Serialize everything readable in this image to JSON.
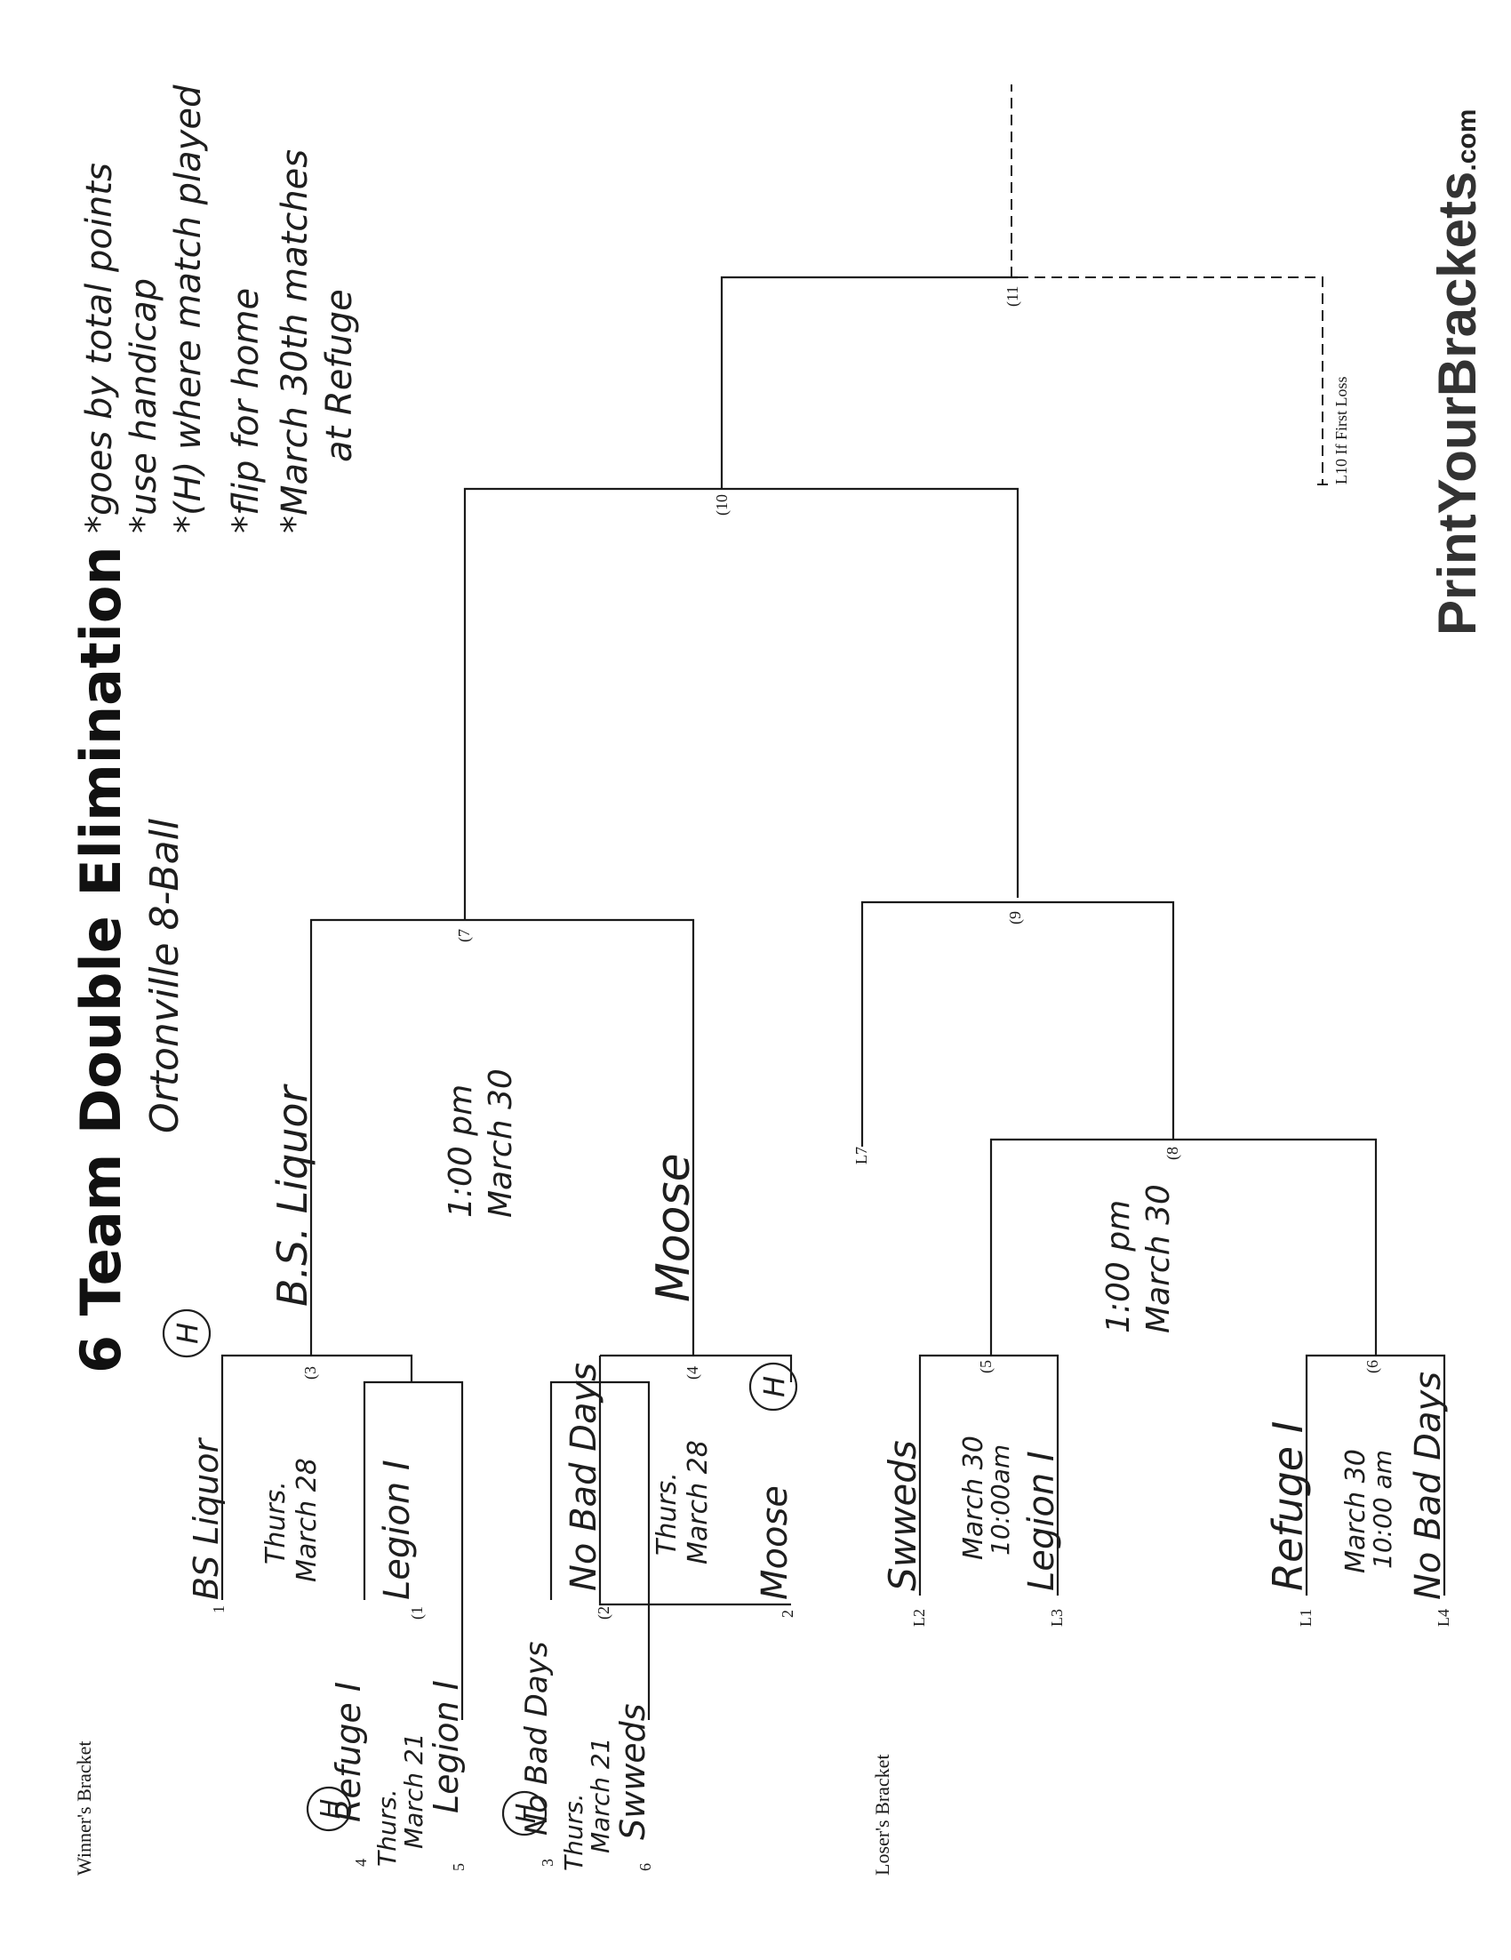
{
  "header": {
    "title": "6 Team Double Elimination",
    "subtitle": "Ortonville 8-Ball",
    "brand_main": "PrintYourBrackets",
    "brand_suffix": ".com"
  },
  "notes": [
    "*goes by total points",
    "*use handicap",
    "*(H) where match played",
    "*flip for home",
    "*March 30th matches",
    "at Refuge"
  ],
  "winners_bracket": {
    "label": "Winner's Bracket",
    "seeds": {
      "s1": "1",
      "s2": "2",
      "s3": "3",
      "s4": "4",
      "s5": "5",
      "s6": "6"
    },
    "game_numbers": {
      "g1": "(1",
      "g2": "(2",
      "g3": "(3",
      "g4": "(4",
      "g7": "(7"
    },
    "teams": {
      "refuge": "Refuge I",
      "legion_g1": "Legion I",
      "no_bad_days_g2": "No Bad Days",
      "swweds_g2": "Swweds",
      "bs_liquor_g3": "BS Liquor",
      "legion_g3": "Legion I",
      "no_bad_days_g4": "No Bad Days",
      "moose_g4": "Moose",
      "bs_liquor_g7": "B.S. Liquor",
      "moose_g7": "Moose"
    },
    "dates": {
      "g1": [
        "Thurs.",
        "March 21"
      ],
      "g2": [
        "Thurs.",
        "March 21"
      ],
      "g3": [
        "Thurs.",
        "March 28"
      ],
      "g4": [
        "Thurs.",
        "March 28"
      ],
      "g7": [
        "1:00 pm",
        "March 30"
      ]
    },
    "home_mark": "H"
  },
  "losers_bracket": {
    "label": "Loser's Bracket",
    "slots": {
      "l1": "L1",
      "l2": "L2",
      "l3": "L3",
      "l4": "L4",
      "l7": "L7",
      "l10": "L10 If First Loss"
    },
    "game_numbers": {
      "g5": "(5",
      "g6": "(6",
      "g8": "(8",
      "g9": "(9",
      "g10": "(10",
      "g11": "(11"
    },
    "teams": {
      "swweds_g5": "Swweds",
      "legion_g5": "Legion I",
      "refuge_g6": "Refuge I",
      "no_bad_days_g6": "No Bad Days"
    },
    "dates": {
      "g5": [
        "March 30",
        "10:00am"
      ],
      "g6": [
        "March 30",
        "10:00 am"
      ],
      "g8": [
        "1:00 pm",
        "March 30"
      ]
    }
  }
}
